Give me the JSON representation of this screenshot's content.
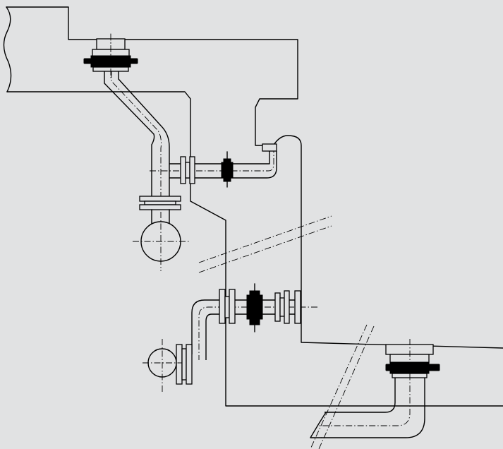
{
  "diagram": {
    "type": "piping-isometric-drawing",
    "line_color": "#000000",
    "background_color": "#e1e2e3",
    "components": {
      "upper_tank_nozzle": "flanged-nozzle",
      "upper_pump": "circular-pump-casing",
      "lower_pump": "circular-pump-casing",
      "lower_tank_nozzle": "flanged-nozzle",
      "valves": [
        "solid-valve-upper",
        "solid-valve-middle"
      ],
      "flange_pairs": 6
    },
    "texts": []
  }
}
